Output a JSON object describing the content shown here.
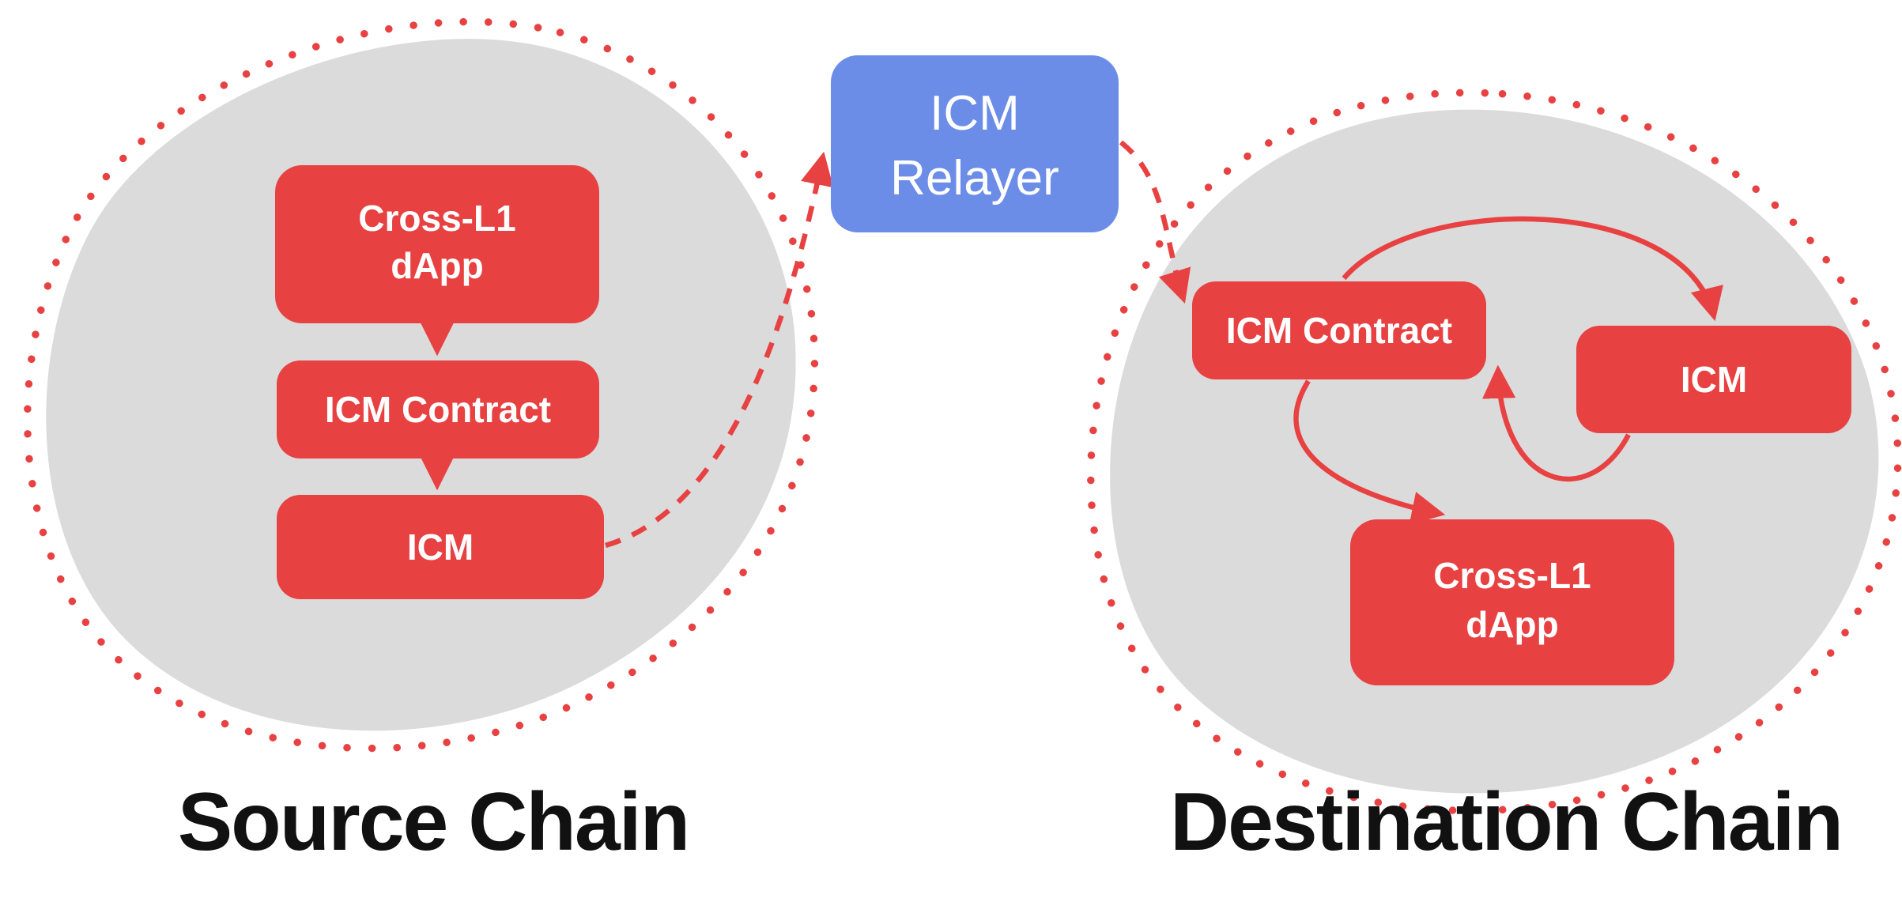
{
  "colors": {
    "red": "#E84142",
    "blue": "#6B8DE8",
    "gray": "#DBDBDB",
    "label_text": "#111111",
    "box_text": "#FFFFFF"
  },
  "source_chain": {
    "label": "Source Chain",
    "dapp": {
      "line1": "Cross-L1",
      "line2": "dApp"
    },
    "icm_contract": "ICM Contract",
    "icm": "ICM"
  },
  "relayer": {
    "line1": "ICM",
    "line2": "Relayer"
  },
  "destination_chain": {
    "label": "Destination Chain",
    "icm_contract": "ICM Contract",
    "icm": "ICM",
    "dapp": {
      "line1": "Cross-L1",
      "line2": "dApp"
    }
  }
}
